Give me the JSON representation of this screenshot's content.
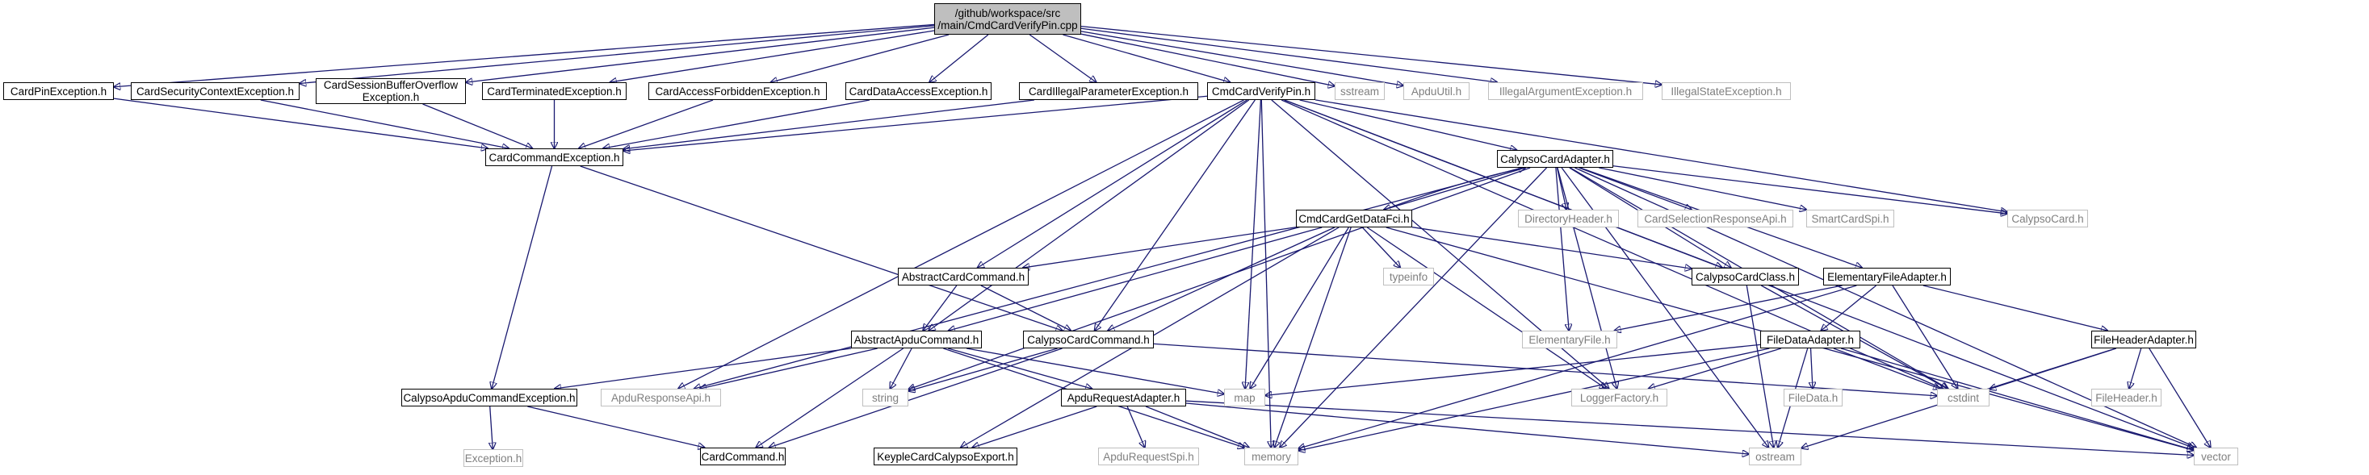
{
  "colors": {
    "edge": "#191970",
    "root_fill": "#bfbfbf",
    "external_border": "#bfbfbf",
    "external_text": "#7f7f7f",
    "node_border": "#000000"
  },
  "nodes": [
    {
      "id": "root",
      "label": "/github/workspace/src\n/main/CmdCardVerifyPin.cpp",
      "kind": "root"
    },
    {
      "id": "cpe",
      "label": "CardPinException.h",
      "kind": "doc"
    },
    {
      "id": "csce",
      "label": "CardSecurityContextException.h",
      "kind": "doc"
    },
    {
      "id": "csbo",
      "label": "CardSessionBufferOverflow\nException.h",
      "kind": "doc"
    },
    {
      "id": "cte",
      "label": "CardTerminatedException.h",
      "kind": "doc"
    },
    {
      "id": "cafe",
      "label": "CardAccessForbiddenException.h",
      "kind": "doc"
    },
    {
      "id": "cdae",
      "label": "CardDataAccessException.h",
      "kind": "doc"
    },
    {
      "id": "cipe",
      "label": "CardIllegalParameterException.h",
      "kind": "doc"
    },
    {
      "id": "cvp",
      "label": "CmdCardVerifyPin.h",
      "kind": "doc"
    },
    {
      "id": "sstream",
      "label": "sstream",
      "kind": "ext"
    },
    {
      "id": "apduutil",
      "label": "ApduUtil.h",
      "kind": "ext"
    },
    {
      "id": "iae",
      "label": "IllegalArgumentException.h",
      "kind": "ext"
    },
    {
      "id": "ise",
      "label": "IllegalStateException.h",
      "kind": "ext"
    },
    {
      "id": "cce",
      "label": "CardCommandException.h",
      "kind": "doc"
    },
    {
      "id": "cca",
      "label": "CalypsoCardAdapter.h",
      "kind": "doc"
    },
    {
      "id": "cgdf",
      "label": "CmdCardGetDataFci.h",
      "kind": "doc"
    },
    {
      "id": "dirhdr",
      "label": "DirectoryHeader.h",
      "kind": "ext"
    },
    {
      "id": "csra",
      "label": "CardSelectionResponseApi.h",
      "kind": "ext"
    },
    {
      "id": "scspi",
      "label": "SmartCardSpi.h",
      "kind": "ext"
    },
    {
      "id": "ccard",
      "label": "CalypsoCard.h",
      "kind": "ext"
    },
    {
      "id": "acc",
      "label": "AbstractCardCommand.h",
      "kind": "doc"
    },
    {
      "id": "typeinfo",
      "label": "typeinfo",
      "kind": "ext"
    },
    {
      "id": "ccc",
      "label": "CalypsoCardClass.h",
      "kind": "doc"
    },
    {
      "id": "efa",
      "label": "ElementaryFileAdapter.h",
      "kind": "doc"
    },
    {
      "id": "ef",
      "label": "ElementaryFile.h",
      "kind": "ext"
    },
    {
      "id": "aac",
      "label": "AbstractApduCommand.h",
      "kind": "doc"
    },
    {
      "id": "ccmd",
      "label": "CalypsoCardCommand.h",
      "kind": "doc"
    },
    {
      "id": "fda",
      "label": "FileDataAdapter.h",
      "kind": "doc"
    },
    {
      "id": "fha",
      "label": "FileHeaderAdapter.h",
      "kind": "doc"
    },
    {
      "id": "cace",
      "label": "CalypsoApduCommandException.h",
      "kind": "doc"
    },
    {
      "id": "ara",
      "label": "ApduResponseApi.h",
      "kind": "ext"
    },
    {
      "id": "string",
      "label": "string",
      "kind": "ext"
    },
    {
      "id": "map",
      "label": "map",
      "kind": "ext"
    },
    {
      "id": "lf",
      "label": "LoggerFactory.h",
      "kind": "ext"
    },
    {
      "id": "filedata",
      "label": "FileData.h",
      "kind": "ext"
    },
    {
      "id": "cstdint",
      "label": "cstdint",
      "kind": "ext"
    },
    {
      "id": "fileheader",
      "label": "FileHeader.h",
      "kind": "ext"
    },
    {
      "id": "exc",
      "label": "Exception.h",
      "kind": "ext"
    },
    {
      "id": "cc",
      "label": "CardCommand.h",
      "kind": "doc"
    },
    {
      "id": "ara2",
      "label": "ApduRequestAdapter.h",
      "kind": "doc"
    },
    {
      "id": "kcce",
      "label": "KeypleCardCalypsoExport.h",
      "kind": "doc"
    },
    {
      "id": "arspi",
      "label": "ApduRequestSpi.h",
      "kind": "ext"
    },
    {
      "id": "memory",
      "label": "memory",
      "kind": "ext"
    },
    {
      "id": "ostream",
      "label": "ostream",
      "kind": "ext"
    },
    {
      "id": "vector",
      "label": "vector",
      "kind": "ext"
    }
  ],
  "edges": [
    [
      "root",
      "cpe"
    ],
    [
      "root",
      "csce"
    ],
    [
      "root",
      "csbo"
    ],
    [
      "root",
      "cte"
    ],
    [
      "root",
      "cafe"
    ],
    [
      "root",
      "cdae"
    ],
    [
      "root",
      "cipe"
    ],
    [
      "root",
      "cvp"
    ],
    [
      "root",
      "sstream"
    ],
    [
      "root",
      "apduutil"
    ],
    [
      "root",
      "iae"
    ],
    [
      "root",
      "ise"
    ],
    [
      "cpe",
      "cce"
    ],
    [
      "csce",
      "cce"
    ],
    [
      "csbo",
      "cce"
    ],
    [
      "cte",
      "cce"
    ],
    [
      "cafe",
      "cce"
    ],
    [
      "cdae",
      "cce"
    ],
    [
      "cipe",
      "cce"
    ],
    [
      "cvp",
      "cce"
    ],
    [
      "cvp",
      "cca"
    ],
    [
      "cvp",
      "acc"
    ],
    [
      "cvp",
      "aac"
    ],
    [
      "cvp",
      "ara"
    ],
    [
      "cvp",
      "map"
    ],
    [
      "cvp",
      "lf"
    ],
    [
      "cvp",
      "ccmd"
    ],
    [
      "cvp",
      "memory"
    ],
    [
      "cvp",
      "cstdint"
    ],
    [
      "cvp",
      "vector"
    ],
    [
      "cvp",
      "ccard"
    ],
    [
      "cvp",
      "ccc"
    ],
    [
      "cce",
      "cace"
    ],
    [
      "cce",
      "ccmd"
    ],
    [
      "cca",
      "cgdf"
    ],
    [
      "cca",
      "dirhdr"
    ],
    [
      "cca",
      "csra"
    ],
    [
      "cca",
      "scspi"
    ],
    [
      "cca",
      "ccard"
    ],
    [
      "cca",
      "ccc"
    ],
    [
      "cca",
      "efa"
    ],
    [
      "cca",
      "ef"
    ],
    [
      "cca",
      "lf"
    ],
    [
      "cca",
      "memory"
    ],
    [
      "cca",
      "ostream"
    ],
    [
      "cca",
      "cstdint"
    ],
    [
      "cca",
      "vector"
    ],
    [
      "cca",
      "string"
    ],
    [
      "cca",
      "ara"
    ],
    [
      "cgdf",
      "cca"
    ],
    [
      "cgdf",
      "acc"
    ],
    [
      "cgdf",
      "typeinfo"
    ],
    [
      "cgdf",
      "ccc"
    ],
    [
      "cgdf",
      "aac"
    ],
    [
      "cgdf",
      "ccmd"
    ],
    [
      "cgdf",
      "map"
    ],
    [
      "cgdf",
      "memory"
    ],
    [
      "cgdf",
      "lf"
    ],
    [
      "cgdf",
      "kcce"
    ],
    [
      "cgdf",
      "vector"
    ],
    [
      "acc",
      "aac"
    ],
    [
      "acc",
      "ccmd"
    ],
    [
      "ccc",
      "ostream"
    ],
    [
      "ccc",
      "cstdint"
    ],
    [
      "efa",
      "ef"
    ],
    [
      "efa",
      "fda"
    ],
    [
      "efa",
      "fha"
    ],
    [
      "efa",
      "cstdint"
    ],
    [
      "efa",
      "memory"
    ],
    [
      "aac",
      "cace"
    ],
    [
      "aac",
      "ara"
    ],
    [
      "aac",
      "string"
    ],
    [
      "aac",
      "map"
    ],
    [
      "aac",
      "ara2"
    ],
    [
      "aac",
      "cc"
    ],
    [
      "aac",
      "memory"
    ],
    [
      "ccmd",
      "string"
    ],
    [
      "ccmd",
      "cc"
    ],
    [
      "ccmd",
      "cstdint"
    ],
    [
      "fda",
      "map"
    ],
    [
      "fda",
      "lf"
    ],
    [
      "fda",
      "filedata"
    ],
    [
      "fda",
      "cstdint"
    ],
    [
      "fda",
      "ostream"
    ],
    [
      "fda",
      "memory"
    ],
    [
      "fda",
      "vector"
    ],
    [
      "fha",
      "cstdint"
    ],
    [
      "fha",
      "fileheader"
    ],
    [
      "fha",
      "ostream"
    ],
    [
      "fha",
      "vector"
    ],
    [
      "cace",
      "exc"
    ],
    [
      "cace",
      "cc"
    ],
    [
      "ara2",
      "kcce"
    ],
    [
      "ara2",
      "arspi"
    ],
    [
      "ara2",
      "memory"
    ],
    [
      "ara2",
      "ostream"
    ],
    [
      "ara2",
      "vector"
    ]
  ]
}
